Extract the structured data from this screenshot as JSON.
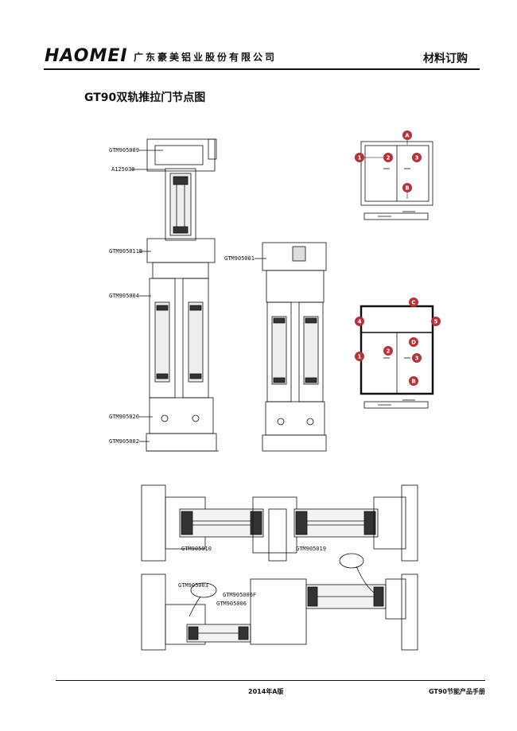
{
  "header": {
    "logo": "HAOMEI",
    "company": "广东豪美铝业股份有限公司",
    "section": "材料订购"
  },
  "title": "GT90双轨推拉门节点图",
  "labels": {
    "l1": "GTM905009",
    "l2": "A125030",
    "l3": "GTM905011B",
    "l4": "GTM905004",
    "l5": "GTM905020",
    "l6": "GTM905002",
    "l7": "GTM905001",
    "l8": "GTM905010",
    "l9": "GTM905019",
    "l10": "GTM905003",
    "l11": "GTM905006F",
    "l12": "GTM905006"
  },
  "markers": {
    "top": {
      "a": "A",
      "n1": "1",
      "n2": "2",
      "n3": "3",
      "b": "B"
    },
    "bottom": {
      "c": "C",
      "n4": "4",
      "n5": "5",
      "d": "D",
      "n1": "1",
      "n2": "2",
      "n3": "3",
      "b": "B"
    }
  },
  "footer": {
    "edition": "2014年A版",
    "manual": "GT90节能产品手册"
  },
  "colors": {
    "marker": "#b5323a",
    "line": "#111111"
  }
}
